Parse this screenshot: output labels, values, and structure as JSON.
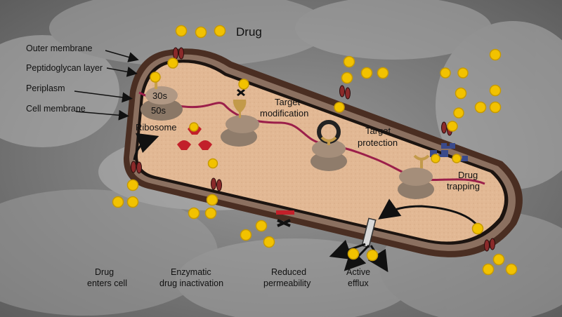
{
  "legend": {
    "drug_label": "Drug"
  },
  "layers": {
    "outer_membrane": "Outer membrane",
    "peptidoglycan": "Peptidoglycan layer",
    "periplasm": "Periplasm",
    "cell_membrane": "Cell membrane"
  },
  "ribosome": {
    "small_subunit": "30s",
    "large_subunit": "50s",
    "label": "Ribosome"
  },
  "inside_labels": {
    "target_modification": [
      "Target",
      "modification"
    ],
    "target_protection": [
      "Target",
      "protection"
    ],
    "drug_trapping": [
      "Drug",
      "trapping"
    ]
  },
  "mechanisms": {
    "enters": [
      "Drug",
      "enters cell"
    ],
    "inactivation": [
      "Enzymatic",
      "drug inactivation"
    ],
    "permeability": [
      "Reduced",
      "permeability"
    ],
    "efflux": [
      "Active",
      "efflux"
    ]
  },
  "colors": {
    "drug": "#f2c200",
    "outer_wall": "#4a2e22",
    "cytoplasm": "#e2b894",
    "mrna": "#9b1f4a",
    "porin": "#8a2a2a",
    "ribosome": "#a08a72",
    "enzyme": "#c2202a",
    "trap": "#3a4a8a"
  }
}
